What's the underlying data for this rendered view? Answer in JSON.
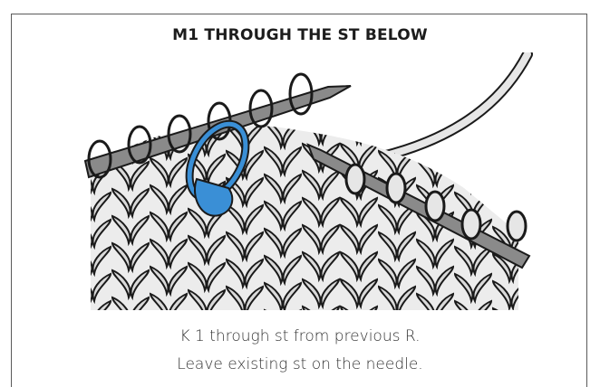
{
  "title": "M1 THROUGH THE ST BELOW",
  "caption": {
    "line1": "K 1 through st from previous R.",
    "line2": "Leave existing st on the needle."
  },
  "icons": [
    "stitch-marker-icon",
    "knitting-needle-icon",
    "yarn-strand-icon"
  ],
  "colors": {
    "stitch_fill": "#d9d9d9",
    "outline": "#1a1a1a",
    "needle": "#8a8a8a",
    "marker": "#3a8fd6"
  }
}
